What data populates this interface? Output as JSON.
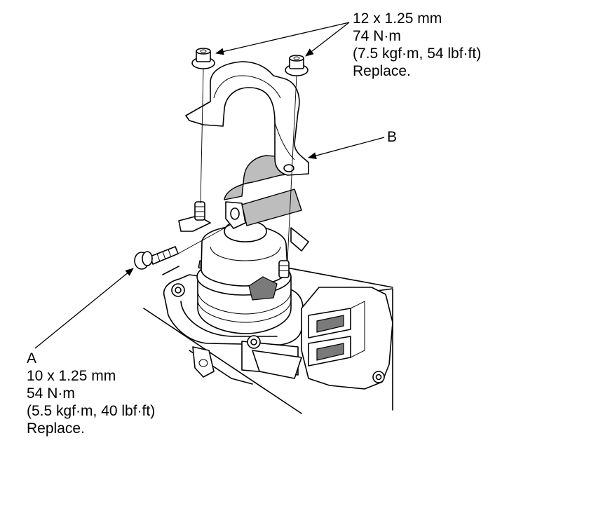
{
  "callouts": {
    "top": {
      "size": "12 x 1.25 mm",
      "torque": "74 N·m",
      "torque_alt": "(7.5 kgf·m, 54 lbf·ft)",
      "note": "Replace."
    },
    "b": {
      "letter": "B"
    },
    "a": {
      "letter": "A",
      "size": "10 x 1.25 mm",
      "torque": "54 N·m",
      "torque_alt": "(5.5 kgf·m, 40 lbf·ft)",
      "note": "Replace."
    }
  }
}
